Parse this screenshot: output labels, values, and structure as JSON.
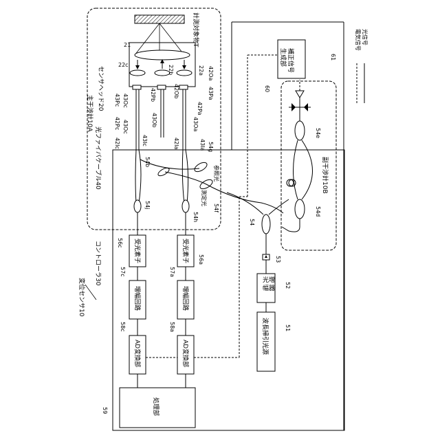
{
  "labels": {
    "target": "計測対象物T",
    "sensor_head": "センサヘッド20",
    "main_interferometer": "主干渉計10A",
    "fiber_cable": "光ファイバケーブル40",
    "controller": "コントローラ30",
    "displacement_sensor": "変位センサ10",
    "sub_interferometer": "副干渉計10B",
    "measurement_light": "測定光",
    "reference_light": "参照光",
    "legend_electric": "電気信号",
    "legend_optical": "光信号",
    "correction_block": "補正信号\n生成部",
    "optical_amp": "光増\n幅器",
    "laser": "波長掃引光源",
    "processor": "処理部",
    "recv_c": "受光素子",
    "recv_a": "受光素子",
    "amp_c": "増幅回路",
    "amp_a": "増幅回路",
    "ad_c": "AD変換部",
    "ad_a": "AD変換部"
  },
  "refs": {
    "r21": "21",
    "r22a": "22a",
    "r22b": "22b",
    "r22c": "22c",
    "r42Oa": "42Oa",
    "r42Ob": "42Ob",
    "r42Pa": "42Pa",
    "r42Pb": "42Pb",
    "r42Pc": "42Pc",
    "r42Ia": "42Ia",
    "r42Ic": "42Ic",
    "r43Oa": "43Oa",
    "r43Ob": "43Ob",
    "r43Oc": "43Oc",
    "r43Pa": "43Pa",
    "r43Pc": "43Pc",
    "r43Ia": "43Ia",
    "r43Ic": "43Ic",
    "r54": "54",
    "r54b": "54b",
    "r54d": "54d",
    "r54e": "54e",
    "r54f": "54f",
    "r54g": "54g",
    "r54h": "54h",
    "r54j": "54j",
    "r56a": "56a",
    "r56c": "56c",
    "r57a": "57a",
    "r57c": "57c",
    "r58a": "58a",
    "r58c": "58c",
    "r59": "59",
    "r51": "51",
    "r52": "52",
    "r53": "53",
    "r60": "60",
    "r61": "61"
  }
}
